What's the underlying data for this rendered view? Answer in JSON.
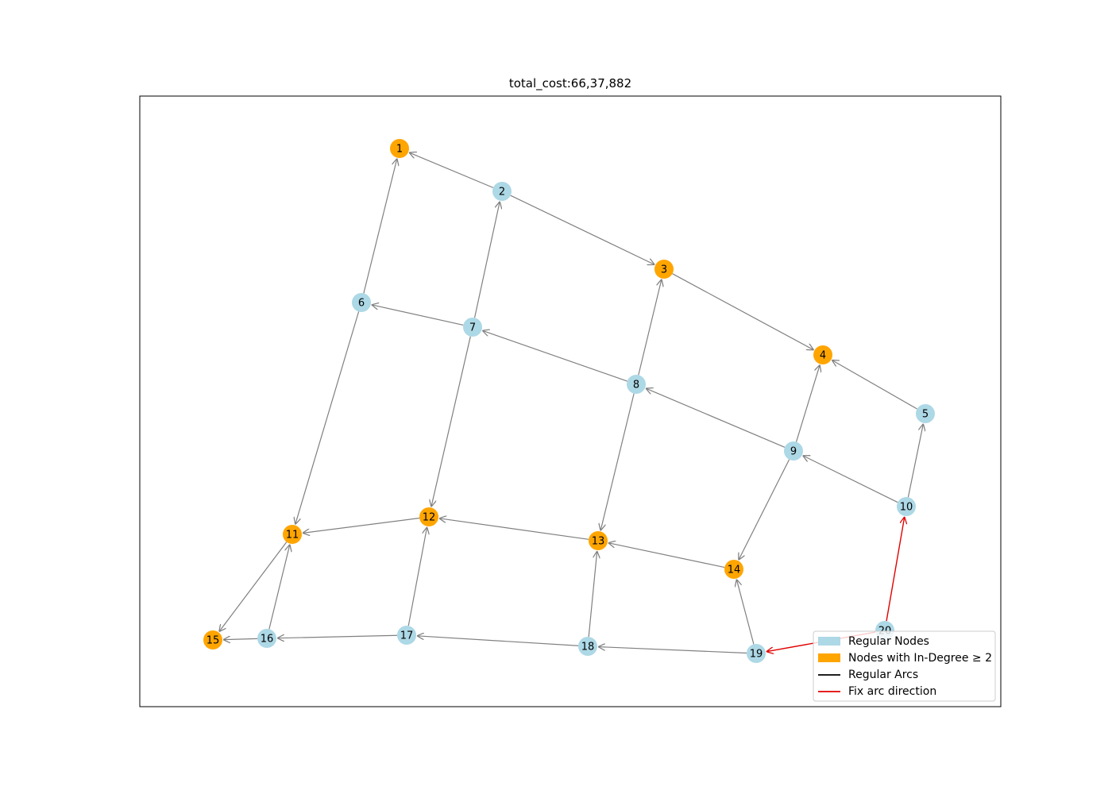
{
  "title": "total_cost:66,37,882",
  "colors": {
    "regular_node": "#add8e6",
    "indegree_node": "#ffa500",
    "regular_arc": "#808080",
    "fixed_arc": "#e00000",
    "legend_regular_arc": "#000000"
  },
  "graph": {
    "nodes": [
      {
        "id": "1",
        "category": "indegree"
      },
      {
        "id": "2",
        "category": "regular"
      },
      {
        "id": "3",
        "category": "indegree"
      },
      {
        "id": "4",
        "category": "indegree"
      },
      {
        "id": "5",
        "category": "regular"
      },
      {
        "id": "6",
        "category": "regular"
      },
      {
        "id": "7",
        "category": "regular"
      },
      {
        "id": "8",
        "category": "regular"
      },
      {
        "id": "9",
        "category": "regular"
      },
      {
        "id": "10",
        "category": "regular"
      },
      {
        "id": "11",
        "category": "indegree"
      },
      {
        "id": "12",
        "category": "indegree"
      },
      {
        "id": "13",
        "category": "indegree"
      },
      {
        "id": "14",
        "category": "indegree"
      },
      {
        "id": "15",
        "category": "indegree"
      },
      {
        "id": "16",
        "category": "regular"
      },
      {
        "id": "17",
        "category": "regular"
      },
      {
        "id": "18",
        "category": "regular"
      },
      {
        "id": "19",
        "category": "regular"
      },
      {
        "id": "20",
        "category": "regular"
      }
    ],
    "edges": [
      {
        "from": "2",
        "to": "1",
        "type": "regular"
      },
      {
        "from": "2",
        "to": "3",
        "type": "regular"
      },
      {
        "from": "3",
        "to": "4",
        "type": "regular"
      },
      {
        "from": "5",
        "to": "4",
        "type": "regular"
      },
      {
        "from": "6",
        "to": "1",
        "type": "regular"
      },
      {
        "from": "7",
        "to": "2",
        "type": "regular"
      },
      {
        "from": "7",
        "to": "6",
        "type": "regular"
      },
      {
        "from": "8",
        "to": "3",
        "type": "regular"
      },
      {
        "from": "8",
        "to": "7",
        "type": "regular"
      },
      {
        "from": "9",
        "to": "4",
        "type": "regular"
      },
      {
        "from": "9",
        "to": "8",
        "type": "regular"
      },
      {
        "from": "10",
        "to": "5",
        "type": "regular"
      },
      {
        "from": "10",
        "to": "9",
        "type": "regular"
      },
      {
        "from": "6",
        "to": "11",
        "type": "regular"
      },
      {
        "from": "7",
        "to": "12",
        "type": "regular"
      },
      {
        "from": "8",
        "to": "13",
        "type": "regular"
      },
      {
        "from": "9",
        "to": "14",
        "type": "regular"
      },
      {
        "from": "12",
        "to": "11",
        "type": "regular"
      },
      {
        "from": "13",
        "to": "12",
        "type": "regular"
      },
      {
        "from": "14",
        "to": "13",
        "type": "regular"
      },
      {
        "from": "11",
        "to": "15",
        "type": "regular"
      },
      {
        "from": "16",
        "to": "11",
        "type": "regular"
      },
      {
        "from": "16",
        "to": "15",
        "type": "regular"
      },
      {
        "from": "17",
        "to": "12",
        "type": "regular"
      },
      {
        "from": "17",
        "to": "16",
        "type": "regular"
      },
      {
        "from": "18",
        "to": "13",
        "type": "regular"
      },
      {
        "from": "18",
        "to": "17",
        "type": "regular"
      },
      {
        "from": "19",
        "to": "14",
        "type": "regular"
      },
      {
        "from": "19",
        "to": "18",
        "type": "regular"
      },
      {
        "from": "20",
        "to": "10",
        "type": "fixed"
      },
      {
        "from": "20",
        "to": "19",
        "type": "fixed"
      }
    ]
  },
  "legend": {
    "items": [
      {
        "label": "Regular Nodes",
        "kind": "patch",
        "color_key": "regular_node"
      },
      {
        "label": "Nodes with In-Degree ≥ 2",
        "kind": "patch",
        "color_key": "indegree_node"
      },
      {
        "label": "Regular Arcs",
        "kind": "line",
        "color_key": "legend_regular_arc"
      },
      {
        "label": "Fix arc direction",
        "kind": "line",
        "color_key": "fixed_arc"
      }
    ]
  }
}
